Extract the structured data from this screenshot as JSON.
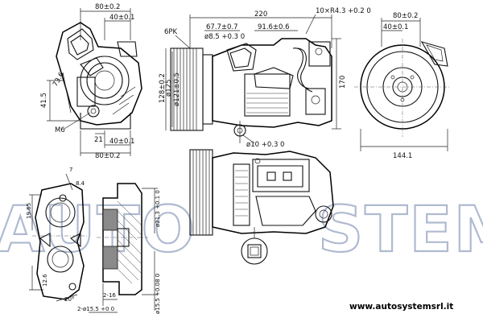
{
  "watermark": {
    "left": "AUTO",
    "right": "STEM",
    "color": "#1d3b7a"
  },
  "website": "www.autosystemsrl.it",
  "left_view": {
    "top_width_a": "80±0.2",
    "top_width_b": "40±0.1",
    "height_a": "41.5",
    "height_b": "73.6",
    "bolt": "M6",
    "bottom_a": "21",
    "bottom_b": "40±0.1",
    "bottom_c": "80±0.2"
  },
  "center_view": {
    "overall_length": "220",
    "length_a": "67.7±0.7",
    "length_b": "91.6±0.6",
    "holes": "10×R4.3 +0.2 0",
    "bore": "ø8.5 +0.3 0",
    "belt": "6PK",
    "pulley_a": "128±0.2",
    "pulley_b": "ø125",
    "pulley_c": "ø121±0.5",
    "height": "170",
    "mount_hole": "ø10 +0.3 0"
  },
  "right_view": {
    "width_a": "80±0.2",
    "width_b": "40±0.1",
    "overall_width": "144.1"
  },
  "bottom_left_view": {
    "angle_top": "7",
    "dim_a": "8.4",
    "dim_b": "19.65",
    "dim_c": "12.6",
    "angle_bottom": "20°"
  },
  "bottom_mid_view": {
    "dia_a": "ø21.3 +0.1 0",
    "dia_b": "ø15.5 +0.08 0",
    "dim_a": "2-16",
    "dim_b": "2-ø15.5 +0 0"
  }
}
